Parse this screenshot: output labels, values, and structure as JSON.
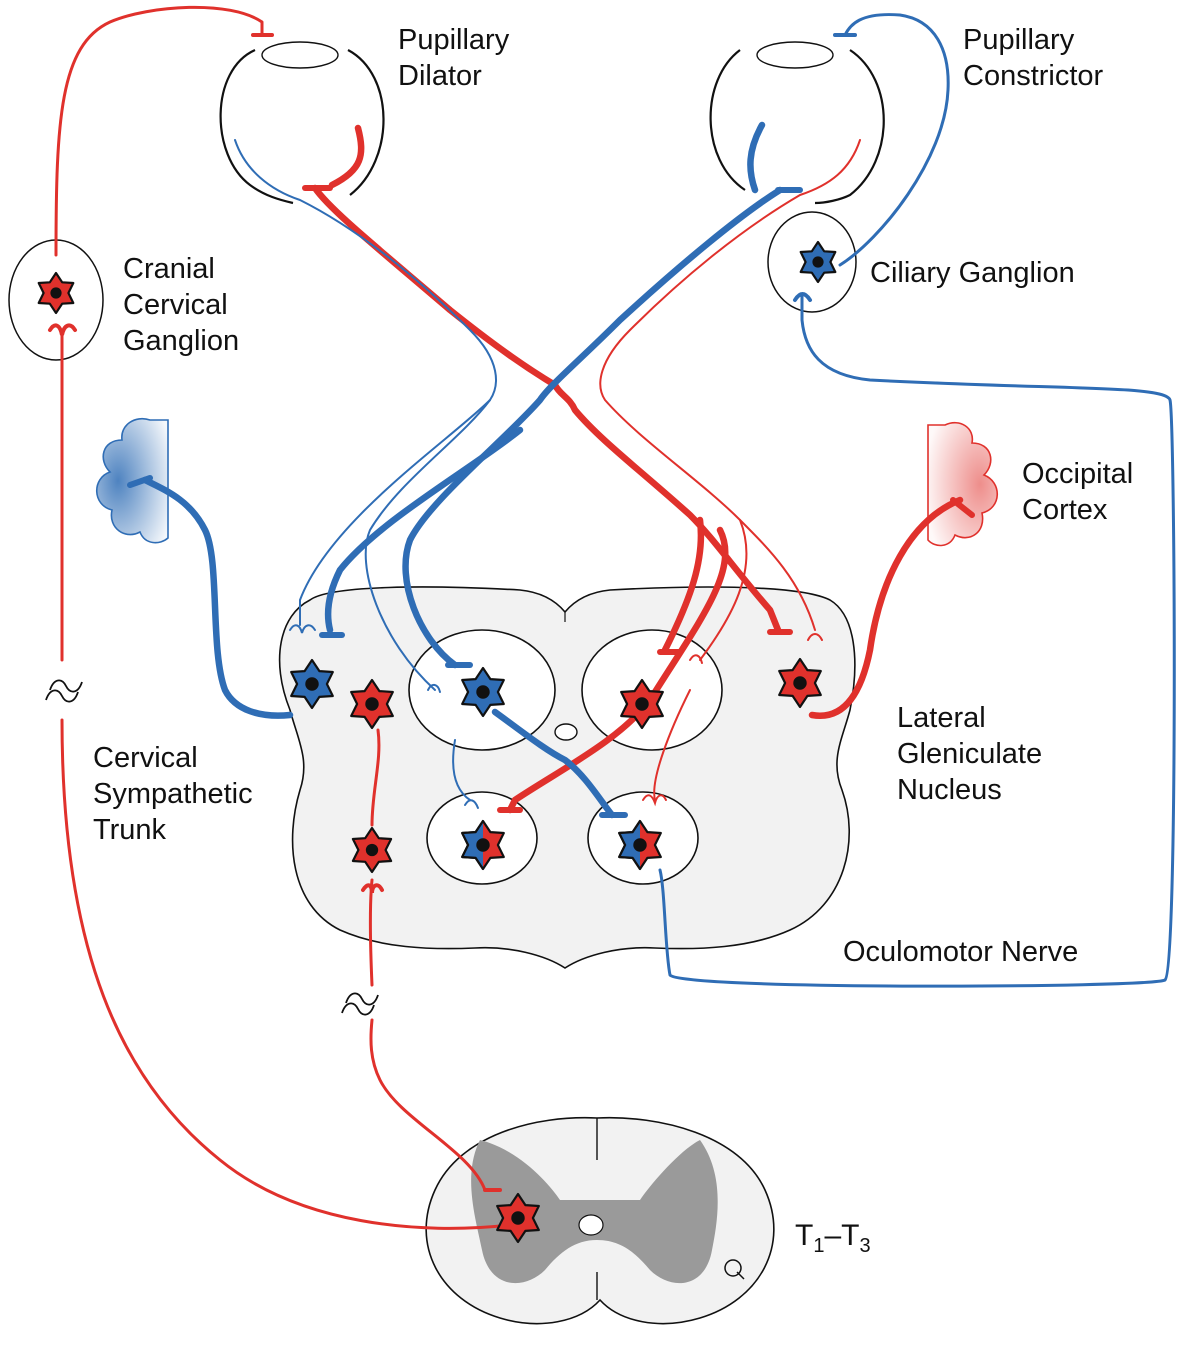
{
  "colors": {
    "sympathetic": "#e0312c",
    "parasympathetic": "#2f6db5",
    "outline": "#111111",
    "tissue_fill": "#f2f2f2",
    "grey_matter": "#9a9a9a"
  },
  "labels": {
    "pupillary_dilator": [
      "Pupillary",
      "Dilator"
    ],
    "pupillary_constrictor": [
      "Pupillary",
      "Constrictor"
    ],
    "cranial_cervical_ganglion": [
      "Cranial",
      "Cervical",
      "Ganglion"
    ],
    "ciliary_ganglion": "Ciliary Ganglion",
    "occipital_cortex": [
      "Occipital",
      "Cortex"
    ],
    "lateral_geniculate_nucleus": [
      "Lateral",
      "Gleniculate",
      "Nucleus"
    ],
    "cervical_sympathetic_trunk": [
      "Cervical",
      "Sympathetic",
      "Trunk"
    ],
    "oculomotor_nerve": "Oculomotor Nerve",
    "spinal_segment": {
      "t": "T",
      "sub1": "1",
      "dash": "–",
      "sub3": "3"
    }
  },
  "icons": [
    "eye-outline-icon",
    "neuron-icon",
    "nerve-break-icon",
    "spinal-cord-section-icon",
    "cortex-icon",
    "logo-mark-icon"
  ]
}
